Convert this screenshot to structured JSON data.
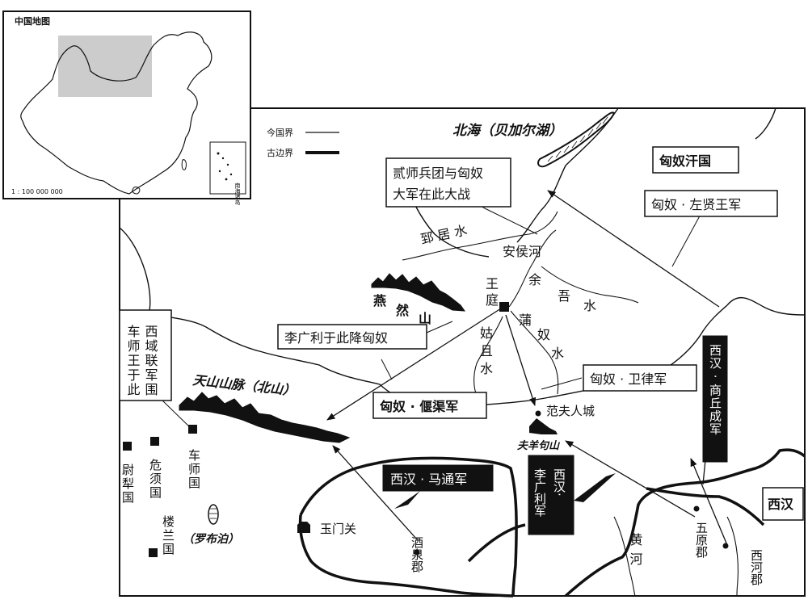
{
  "inset": {
    "title": "中国地图",
    "scale": "1 : 100 000 000",
    "south_sea_label": "南海诸岛"
  },
  "legend": {
    "modern_border": "今国界",
    "ancient_border": "古边界"
  },
  "labels": {
    "beihai": "北海（贝加尔湖）",
    "xiongnu_khanate": "匈奴汗国",
    "battle_note_line1": "贰师兵团与匈奴",
    "battle_note_line2": "大军在此大战",
    "zhijushui": "郅 居 水",
    "anhouhe": "安侯河",
    "wangting_1": "王",
    "wangting_2": "庭",
    "yuwu_1": "余",
    "yuwu_2": "吾",
    "yuwu_3": "水",
    "puhe_1": "蒲",
    "puhe_2": "奴",
    "puhe_3": "水",
    "guqie_1": "姑",
    "guqie_2": "且",
    "guqie_3": "水",
    "yanran_1": "燕",
    "yanran_2": "然",
    "yanran_3": "山",
    "li_surrender": "李广利于此降匈奴",
    "zuoxian_army": "匈奴 · 左贤王军",
    "weilv_army": "匈奴 · 卫律军",
    "yanqu_army": "匈奴 · 偃渠军",
    "fanfu_city": "范夫人城",
    "fuyangju_mountain": "夫羊句山",
    "tianshan": "天山山脉（北山）",
    "xiyu_col1": "西域联军围",
    "xiyu_col2": "车师王于此",
    "cheshi": "车师国",
    "weixu": "危须国",
    "weili": "尉犁国",
    "loulan": "楼兰国",
    "lop_nor": "（罗布泊）",
    "yumenguan": "玉门关",
    "jiuquan": "酒泉郡",
    "matong_army": "西汉 · 马通军",
    "li_guangli_army_col1": "西汉·",
    "li_guangli_army_col2": "李广利军",
    "shangqiu_army": "西汉 · 商丘成军",
    "huanghe": "黄河",
    "wuyuan": "五原郡",
    "xihe": "西河郡",
    "xihan": "西汉"
  },
  "colors": {
    "ink": "#111111",
    "paper": "#ffffff",
    "inset_highlight": "#cccccc"
  }
}
